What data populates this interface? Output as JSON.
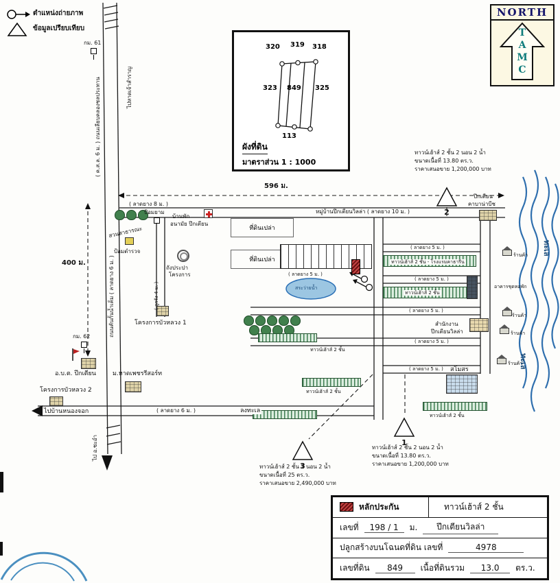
{
  "legend": {
    "photo": "ตำแหน่งถ่ายภาพ",
    "compare": "ข้อมูลเปรียบเทียบ"
  },
  "compass": {
    "title": "NORTH",
    "letters": [
      "T",
      "A",
      "M",
      "C"
    ]
  },
  "inset": {
    "title": "ผังที่ดิน",
    "scale": "มาตราส่วน 1 : 1000",
    "p320": "320",
    "p319": "319",
    "p318": "318",
    "p323": "323",
    "p849": "849",
    "p325": "325",
    "p113": "113"
  },
  "measure": {
    "m596": "596 ม.",
    "m400": "400 ม.",
    "km61": "กม. 61",
    "km62": "กม. 62"
  },
  "roads": {
    "canal": "( ค.ส.ล. 6 ม. ) ถนนเลียบคลองชลประทาน",
    "to_beach": "ไปหาดเจ้าสำราญ",
    "dike": "ถนนคันกั้นน้ำเค็ม ( ลาดยาง 6 ม. )",
    "to_chaam": "ไป อ.ชะอำ",
    "paved8": "( ลาดยาง 8 ม. )",
    "paved5": "( ลาดยาง 5 ม. )",
    "paved6": "( ลาดยาง 6 ม. )",
    "gravel4": "( ลูกรัง 4 ม. )",
    "village_main": "หมู่บ้านปึกเตียนวิลล่า ( ลาดยาง 10 ม. )",
    "to_nongchok": "ไปบ้านหนองจอก",
    "to_sea": "ลงทะเล"
  },
  "places": {
    "guard": "ป้อมยาม",
    "park": "สวนสาธารณะ",
    "police": "ป้อมตำรวจ",
    "health1": "บ้านพัก",
    "health2": "อนามัย ปึกเตียน",
    "vacant": "ที่ดินเปล่า",
    "tank1": "ถังประปา",
    "tank2": "โครงการ",
    "bualuang1": "โครงการบัวหลวง 1",
    "bualuang2": "โครงการบัวหลวง 2",
    "obt": "อ.บ.ต. ปึกเตียน",
    "resort": "ม.หาดเพชรรีสอร์ท",
    "cabana1": "ปึกเตียน",
    "cabana2": "คาบาน่าบีช",
    "hotel_row": "ทาวน์เฮ้าส์ 2 ชั้น - โรงแรมคาธารีน",
    "townhouse": "ทาวน์เฮ้าส์ 2 ชั้น",
    "office1": "สำนักงาน",
    "office2": "ปึกเตียนวิลล่า",
    "pool": "สระว่ายน้ำ",
    "club": "สโมสร",
    "condo": "อาคารชุดหอพัก",
    "shop": "ร้านค้า",
    "sea": "ทะเล"
  },
  "comparables": {
    "c1": {
      "no": "1",
      "l1": "ทาวน์เฮ้าส์ 2 ชั้น 2 นอน 2 น้ำ",
      "l2": "ขนาดเนื้อที่ 13.80 ตร.ว.",
      "l3": "ราคาเสนอขาย 1,200,000 บาท"
    },
    "c2": {
      "no": "2",
      "l1": "ทาวน์เฮ้าส์ 2 ชั้น 2 นอน 2 น้ำ",
      "l2": "ขนาดเนื้อที่ 13.80 ตร.ว.",
      "l3": "ราคาเสนอขาย 1,200,000 บาท"
    },
    "c3": {
      "no": "3",
      "l1": "ทาวน์เฮ้าส์ 2 ชั้น 2 นอน 2 น้ำ",
      "l2": "ขนาดเนื้อที่ 25 ตร.ว.",
      "l3": "ราคาเสนอขาย 2,490,000 บาท"
    }
  },
  "table": {
    "header_label": "หลักประกัน",
    "header_value": "ทาวน์เฮ้าส์ 2 ชั้น",
    "r2_l1": "เลขที่",
    "r2_v1": "198 / 1",
    "r2_l2": "ม.",
    "r2_v2": "ปึกเตียนวิลล่า",
    "r3_l1": "ปลูกสร้างบนโฉนดที่ดิน เลขที่",
    "r3_v1": "4978",
    "r4_l1": "เลขที่ดิน",
    "r4_v1": "849",
    "r4_l2": "เนื้อที่ดินรวม",
    "r4_v2": "13.0",
    "r4_l3": "ตร.ว."
  }
}
